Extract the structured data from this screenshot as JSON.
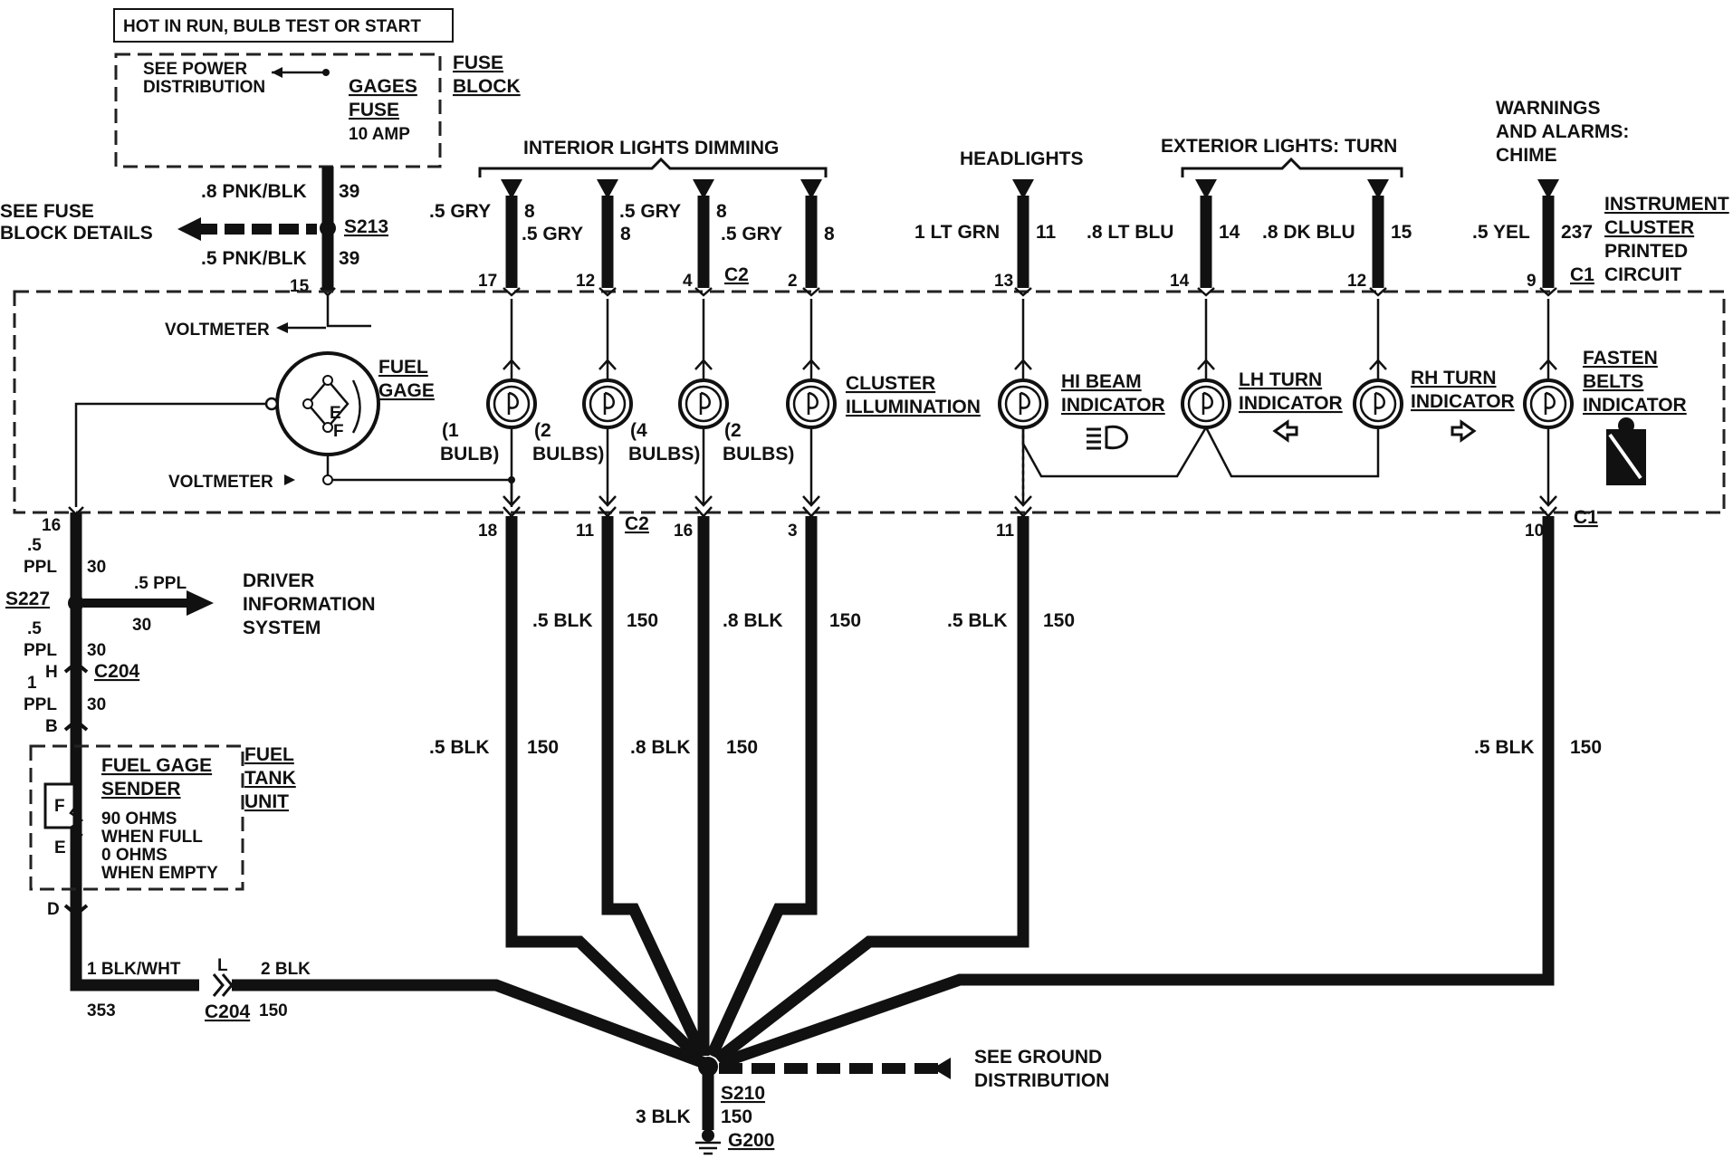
{
  "power": {
    "hot_label": "HOT IN RUN, BULB TEST OR START",
    "see_power_line1": "SEE POWER",
    "see_power_line2": "DISTRIBUTION",
    "fuse_name_line1": "GAGES",
    "fuse_name_line2": "FUSE",
    "fuse_rating": "10 AMP",
    "fuse_block_line1": "FUSE",
    "fuse_block_line2": "BLOCK"
  },
  "left": {
    "w1_label": ".8 PNK/BLK",
    "w1_num": "39",
    "splice1": "S213",
    "see_fuse_line1": "SEE FUSE",
    "see_fuse_line2": "BLOCK DETAILS",
    "w2_label": ".5 PNK/BLK",
    "w2_num": "39",
    "pin15": "15",
    "pin16": "16",
    "w3_gauge": ".5",
    "w3_color": "PPL",
    "w3_num": "30",
    "splice2": "S227",
    "dis_gauge": ".5 PPL",
    "dis_num": "30",
    "dis_line1": "DRIVER",
    "dis_line2": "INFORMATION",
    "dis_line3": "SYSTEM",
    "w4_gauge": ".5",
    "w4_color": "PPL",
    "w4_num": "30",
    "pin_h": "H",
    "conn_c204": "C204",
    "w5_gauge": "1",
    "w5_color": "PPL",
    "w5_num": "30",
    "pin_b": "B",
    "sender_line1": "FUEL GAGE",
    "sender_line2": "SENDER",
    "sender_spec1": "90 OHMS",
    "sender_spec2": "WHEN FULL",
    "sender_spec3": "0 OHMS",
    "sender_spec4": "WHEN EMPTY",
    "sender_f": "F",
    "sender_e": "E",
    "tank_line1": "FUEL",
    "tank_line2": "TANK",
    "tank_line3": "UNIT",
    "pin_d": "D",
    "gw1_label": "1 BLK/WHT",
    "gw1_num": "353",
    "pin_l": "L",
    "conn2": "C204",
    "gw2_label": "2 BLK",
    "gw2_num": "150"
  },
  "top": {
    "dimming": "INTERIOR LIGHTS DIMMING",
    "headlights": "HEADLIGHTS",
    "turn": "EXTERIOR LIGHTS: TURN",
    "warn_line1": "WARNINGS",
    "warn_line2": "AND ALARMS:",
    "warn_line3": "CHIME",
    "cluster_line1": "INSTRUMENT",
    "cluster_line2": "CLUSTER",
    "cluster_line3": "PRINTED",
    "cluster_line4": "CIRCUIT",
    "wires": [
      {
        "label": ".5 GRY",
        "num": "8",
        "pin": "17"
      },
      {
        "label": ".5 GRY",
        "num": "8",
        "pin": "12"
      },
      {
        "label": ".5 GRY",
        "num": "8",
        "pin": "4"
      },
      {
        "label": ".5 GRY",
        "num": "8",
        "pin": "2"
      },
      {
        "label": "1 LT GRN",
        "num": "11",
        "pin": "13"
      },
      {
        "label": ".8 LT BLU",
        "num": "14",
        "pin": "14"
      },
      {
        "label": ".8 DK BLU",
        "num": "15",
        "pin": "12"
      },
      {
        "label": ".5 YEL",
        "num": "237",
        "pin": "9"
      }
    ],
    "conn_c2": "C2",
    "conn_c1": "C1"
  },
  "cluster": {
    "voltmeter_top": "VOLTMETER",
    "voltmeter_bottom": "VOLTMETER",
    "fuel_gage_line1": "FUEL",
    "fuel_gage_line2": "GAGE",
    "gauge_e": "E",
    "gauge_f": "F",
    "bulb_counts": [
      {
        "l1": "(1",
        "l2": "BULB)"
      },
      {
        "l1": "(2",
        "l2": "BULBS)"
      },
      {
        "l1": "(4",
        "l2": "BULBS)"
      },
      {
        "l1": "(2",
        "l2": "BULBS)"
      }
    ],
    "illum_line1": "CLUSTER",
    "illum_line2": "ILLUMINATION",
    "hibeam_line1": "HI BEAM",
    "hibeam_line2": "INDICATOR",
    "lhturn_line1": "LH TURN",
    "lhturn_line2": "INDICATOR",
    "rhturn_line1": "RH TURN",
    "rhturn_line2": "INDICATOR",
    "fasten_line1": "FASTEN",
    "fasten_line2": "BELTS",
    "fasten_line3": "INDICATOR"
  },
  "bottom": {
    "pins": [
      "18",
      "11",
      "16",
      "3",
      "11",
      "10"
    ],
    "conn_c2": "C2",
    "conn_c1": "C1",
    "upper_labels": [
      {
        "label": ".5 BLK",
        "num": "150"
      },
      {
        "label": ".8 BLK",
        "num": "150"
      },
      {
        "label": ".5 BLK",
        "num": "150"
      }
    ],
    "lower_labels": [
      {
        "label": ".5 BLK",
        "num": "150"
      },
      {
        "label": ".8 BLK",
        "num": "150"
      },
      {
        "label": ".5 BLK",
        "num": "150"
      }
    ],
    "see_ground_line1": "SEE GROUND",
    "see_ground_line2": "DISTRIBUTION",
    "splice": "S210",
    "splice_num": "150",
    "ground_wire": "3 BLK",
    "ground": "G200"
  }
}
